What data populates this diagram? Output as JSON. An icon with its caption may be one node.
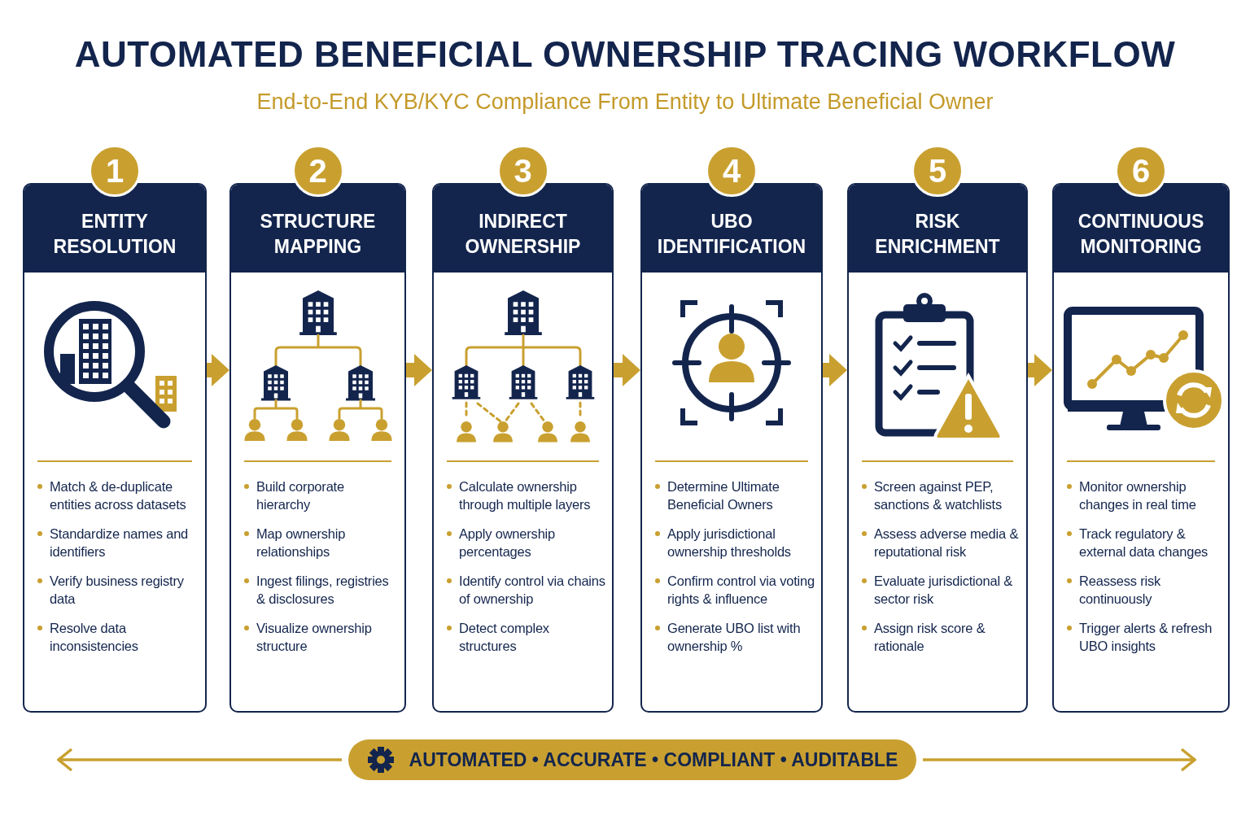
{
  "diagram": {
    "title": "AUTOMATED BENEFICIAL OWNERSHIP TRACING WORKFLOW",
    "nodes": [
      {
        "text": [
          "1",
          "ENTITY RESOLUTION",
          "Match & de-duplicate entities across datasets",
          "Standardize names and identifiers",
          "Verify business registry data",
          "Resolve data inconsistencies"
        ]
      },
      {
        "text": [
          "2",
          "STRUCTURE MAPPING",
          "Build corporate hierarchy",
          "Map ownership relationships",
          "Ingest filings, registries & disclosures",
          "Visualize ownership structure"
        ]
      },
      {
        "text": [
          "3",
          "INDIRECT OWNERSHIP",
          "Calculate ownership through multiple layers",
          "Apply ownership percentages",
          "Identify control via chains of ownership",
          "Detect complex structures"
        ]
      },
      {
        "text": [
          "4",
          "UBO IDENTIFICATION",
          "Determine Ultimate Beneficial Owners",
          "Apply jurisdictional ownership thresholds",
          "Confirm control via voting rights & influence",
          "Generate UBO list with ownership %"
        ]
      },
      {
        "text": [
          "5",
          "RISK ENRICHMENT",
          "Screen against PEP, sanctions & watchlists",
          "Assess adverse media & reputational risk",
          "Evaluate jurisdictional & sector risk",
          "Assign risk score & rationale"
        ]
      },
      {
        "text": [
          "6",
          "CONTINUOUS MONITORING",
          "Monitor ownership changes in real time",
          "Track regulatory & external data changes",
          "Reassess risk continuously",
          "Trigger alerts & refresh UBO insights"
        ]
      },
      {
        "text": [
          "AUTOMATED • ACCURATE • COMPLIANT • AUDITABLE"
        ]
      }
    ],
    "edges": [
      {
        "from": 0,
        "to": 1,
        "arrow": "to"
      },
      {
        "from": 1,
        "to": 2,
        "arrow": "to"
      },
      {
        "from": 2,
        "to": 3,
        "arrow": "to"
      },
      {
        "from": 3,
        "to": 4,
        "arrow": "to"
      },
      {
        "from": 4,
        "to": 5,
        "arrow": "to"
      },
      {
        "from": 6,
        "to": null,
        "arrow": "to"
      },
      {
        "from": 6,
        "to": null,
        "arrow": "to"
      }
    ],
    "labels": [
      "End-to-End KYB/KYC Compliance From Entity to Ultimate Beneficial Owner"
    ]
  }
}
